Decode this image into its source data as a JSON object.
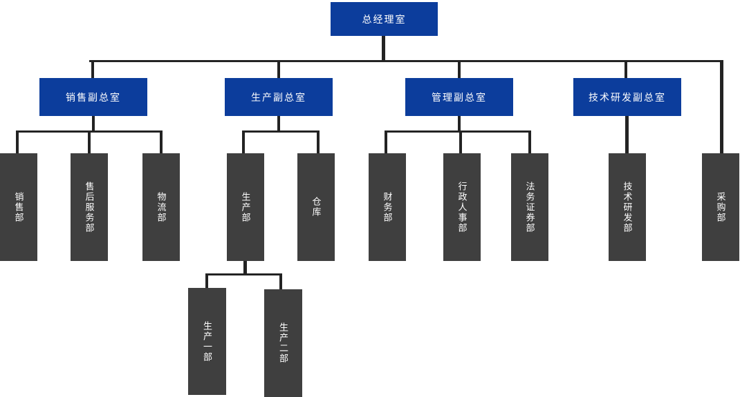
{
  "colors": {
    "canvas": "#ffffff",
    "node_blue": "#0c3d9c",
    "node_dark": "#3f3f3f",
    "line_color": "#232323",
    "text_color": "#ffffff"
  },
  "org_chart": {
    "type": "organization-chart",
    "root": {
      "label": "总经理室"
    },
    "vp_offices": [
      {
        "label": "销售副总室",
        "reports_to": "总经理室"
      },
      {
        "label": "生产副总室",
        "reports_to": "总经理室"
      },
      {
        "label": "管理副总室",
        "reports_to": "总经理室"
      },
      {
        "label": "技术研发副总室",
        "reports_to": "总经理室"
      }
    ],
    "departments": [
      {
        "label": "销售部",
        "reports_to": "销售副总室"
      },
      {
        "label": "售后服务部",
        "reports_to": "销售副总室"
      },
      {
        "label": "物流部",
        "reports_to": "销售副总室"
      },
      {
        "label": "生产部",
        "reports_to": "生产副总室"
      },
      {
        "label": "仓库",
        "reports_to": "生产副总室"
      },
      {
        "label": "财务部",
        "reports_to": "管理副总室"
      },
      {
        "label": "行政人事部",
        "reports_to": "管理副总室"
      },
      {
        "label": "法务证券部",
        "reports_to": "管理副总室"
      },
      {
        "label": "技术研发部",
        "reports_to": "技术研发副总室"
      },
      {
        "label": "采购部",
        "reports_to": "总经理室"
      }
    ],
    "sub_departments": [
      {
        "label": "生产一部",
        "reports_to": "生产部"
      },
      {
        "label": "生产二部",
        "reports_to": "生产部"
      }
    ]
  }
}
